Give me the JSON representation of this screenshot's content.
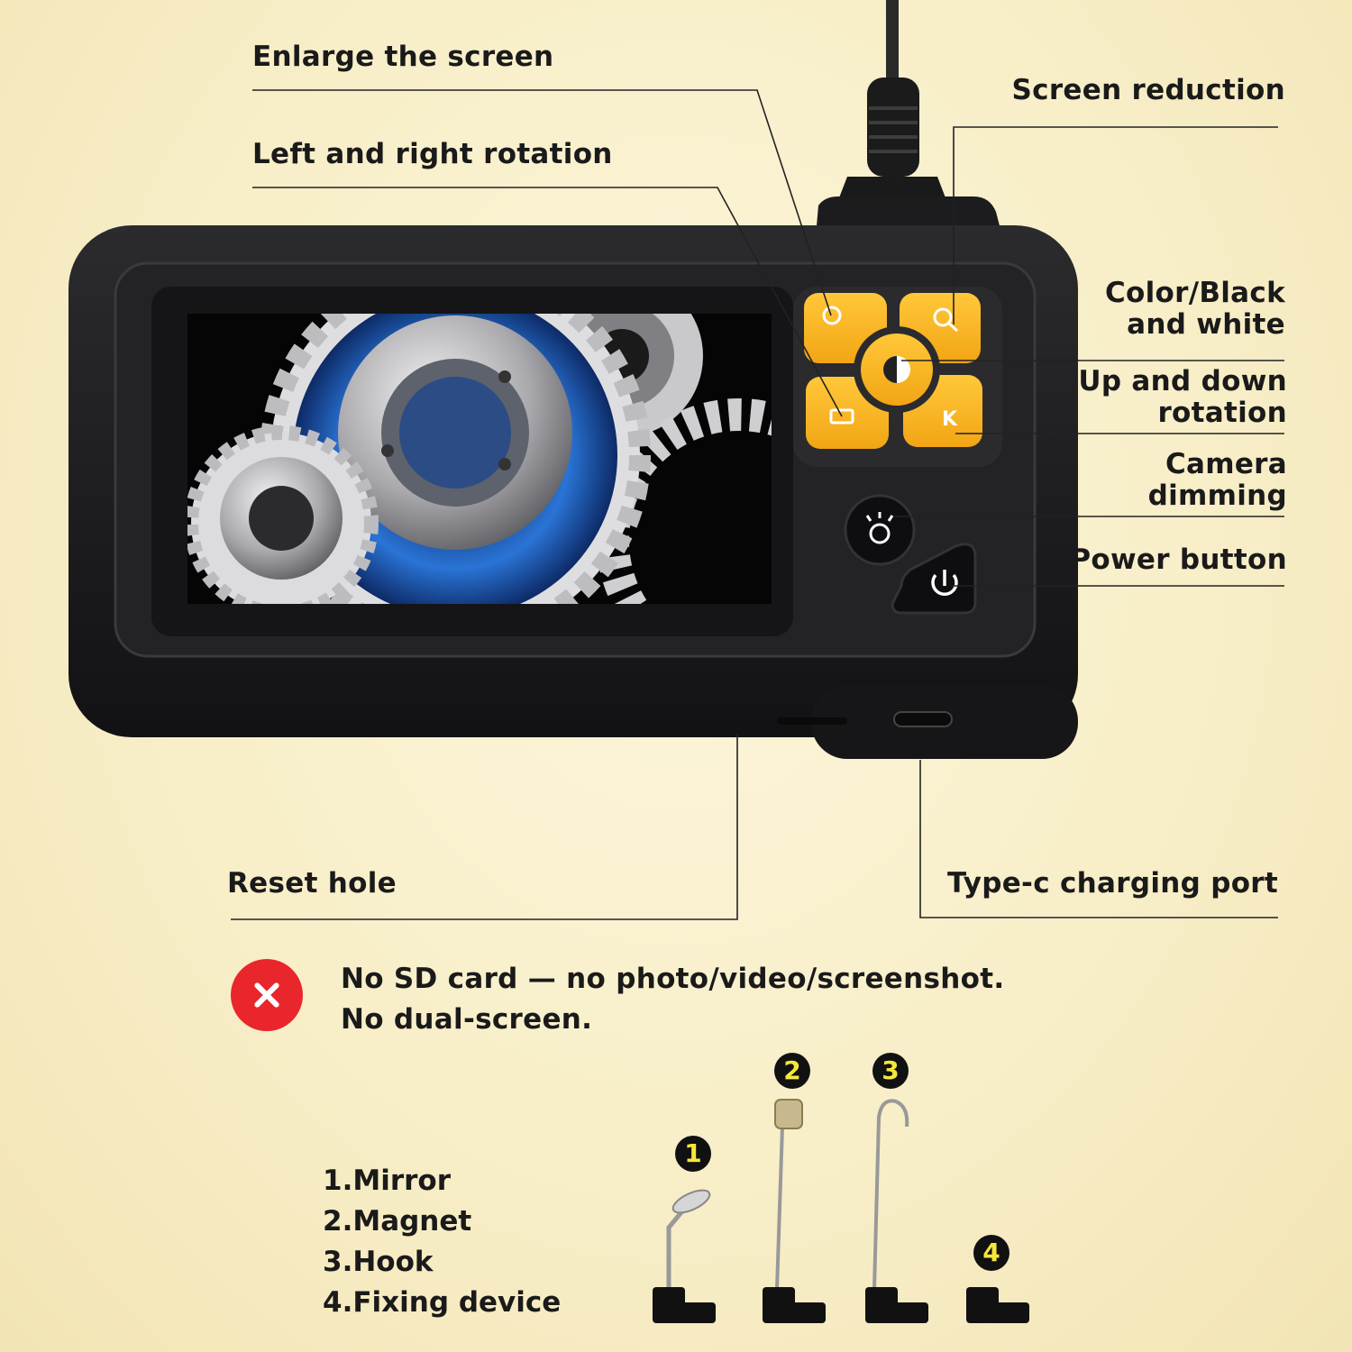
{
  "labels": {
    "enlarge": "Enlarge the screen",
    "rotation_lr": "Left and right rotation",
    "reduction": "Screen reduction",
    "color_bw_1": "Color/Black",
    "color_bw_2": "and white",
    "rotation_ud_1": "Up and down",
    "rotation_ud_2": "rotation",
    "dimming_1": "Camera",
    "dimming_2": "dimming",
    "power": "Power button",
    "reset": "Reset hole",
    "typec": "Type-c charging port"
  },
  "note": {
    "line1": "No SD card — no photo/video/screenshot.",
    "line2": "No dual-screen."
  },
  "accessories": {
    "items": [
      "1.Mirror",
      "2.Magnet",
      "3.Hook",
      "4.Fixing device"
    ],
    "numbers": [
      "1",
      "2",
      "3",
      "4"
    ]
  },
  "colors": {
    "button_yellow": "#f9b21e",
    "device_body": "#1d1d1f",
    "x_badge": "#e8262b",
    "number_text": "#f5e73a"
  },
  "icons": [
    "zoom-in-icon",
    "zoom-out-icon",
    "contrast-icon",
    "rotate-icon",
    "flip-icon",
    "light-icon",
    "power-icon"
  ]
}
